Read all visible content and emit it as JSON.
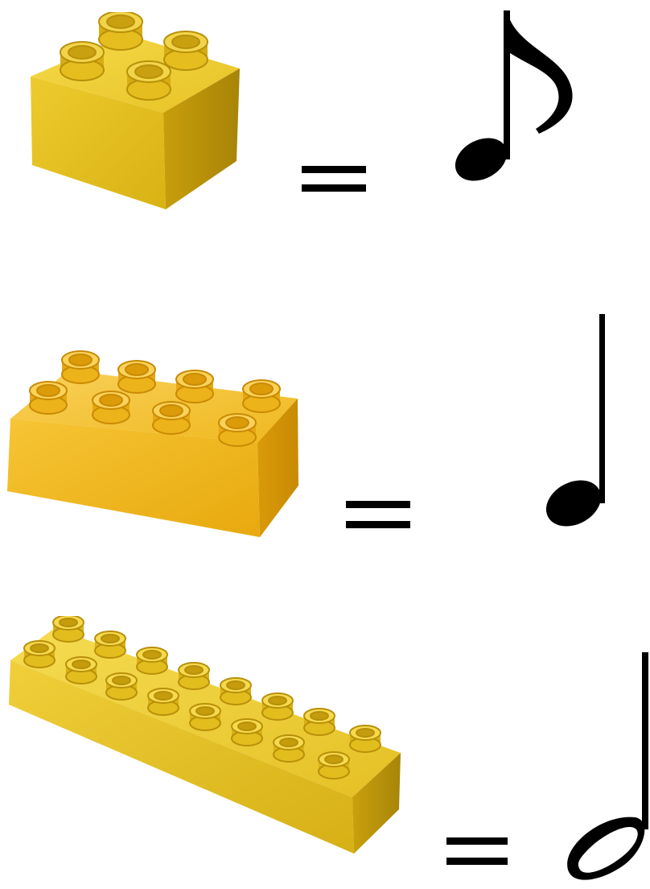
{
  "rows": [
    {
      "brick": {
        "studs": 4,
        "color": "#E7C21B"
      },
      "operator": "=",
      "note": "eighth-note-icon"
    },
    {
      "brick": {
        "studs": 8,
        "color": "#EFB51C"
      },
      "operator": "=",
      "note": "quarter-note-icon"
    },
    {
      "brick": {
        "studs": 16,
        "color": "#E2BF1E"
      },
      "operator": "=",
      "note": "half-note-icon"
    }
  ]
}
